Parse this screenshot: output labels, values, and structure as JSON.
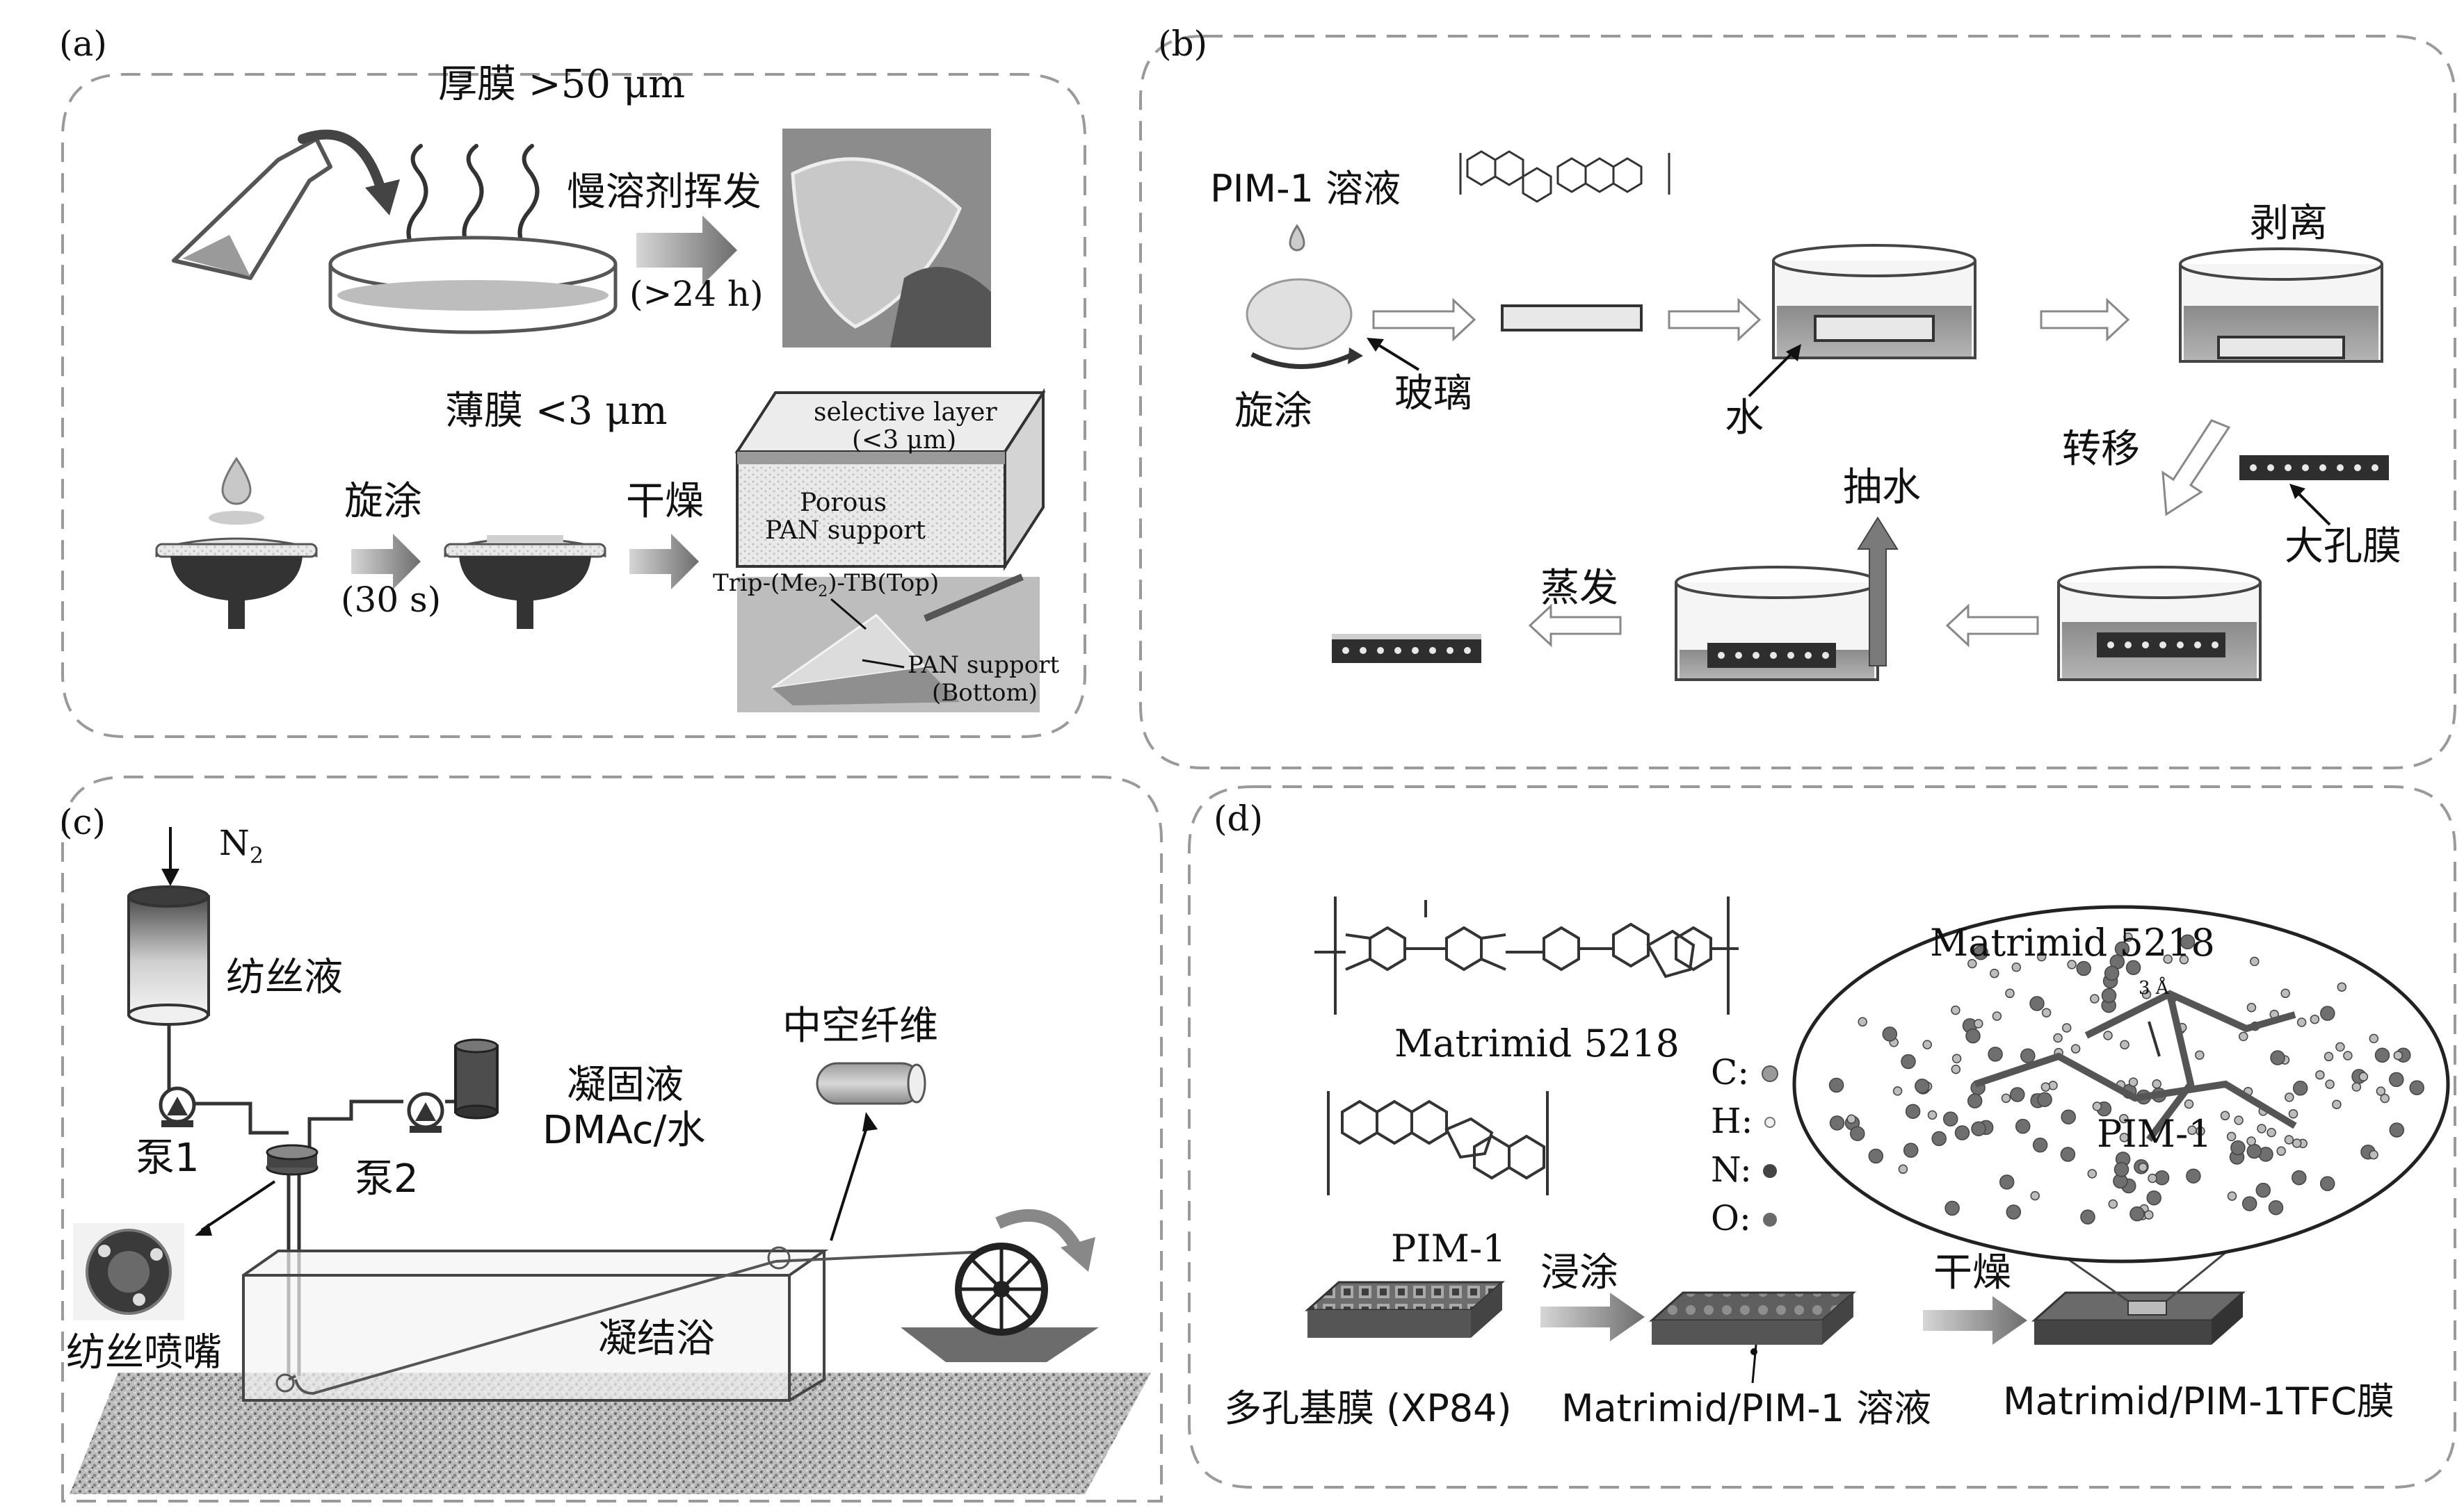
{
  "panels": {
    "a": {
      "label": "(a)",
      "thick_title": "厚膜 >50 μm",
      "evaporate": "慢溶剂挥发",
      "time": "(>24 h)",
      "thin_title": "薄膜 <3 μm",
      "spin": "旋涂",
      "spin_time": "(30 s)",
      "dry": "干燥",
      "sel1": "selective layer",
      "sel2": "(<3 μm)",
      "porous1": "Porous",
      "porous2": "PAN support",
      "trip_a": "Trip-(Me",
      "trip_sub": "2",
      "trip_b": ")-TB(Top)",
      "pan1": "PAN support",
      "pan2": "(Bottom)"
    },
    "b": {
      "label": "(b)",
      "solution": "PIM-1 溶液",
      "spin": "旋涂",
      "glass": "玻璃",
      "water": "水",
      "peel": "剥离",
      "transfer": "转移",
      "macro": "大孔膜",
      "pump": "抽水",
      "evap": "蒸发"
    },
    "c": {
      "label": "(c)",
      "n2a": "N",
      "n2b": "2",
      "dope": "纺丝液",
      "pump1": "泵1",
      "pump2": "泵2",
      "coag1": "凝固液",
      "coag2": "DMAc/水",
      "fiber": "中空纤维",
      "spinneret": "纺丝喷嘴",
      "bath": "凝结浴"
    },
    "d": {
      "label": "(d)",
      "matrimid": "Matrimid 5218",
      "pim": "PIM-1",
      "sup": "多孔基膜 (XP84)",
      "dip": "浸涂",
      "sol": "Matrimid/PIM-1 溶液",
      "dry": "干燥",
      "tfc": "Matrimid/PIM-1TFC膜",
      "c": "C:",
      "h": "H:",
      "n": "N:",
      "o": "O:",
      "mol1": "Matrimid 5218",
      "mol2": "PIM-1",
      "dist": "3 Å"
    }
  }
}
